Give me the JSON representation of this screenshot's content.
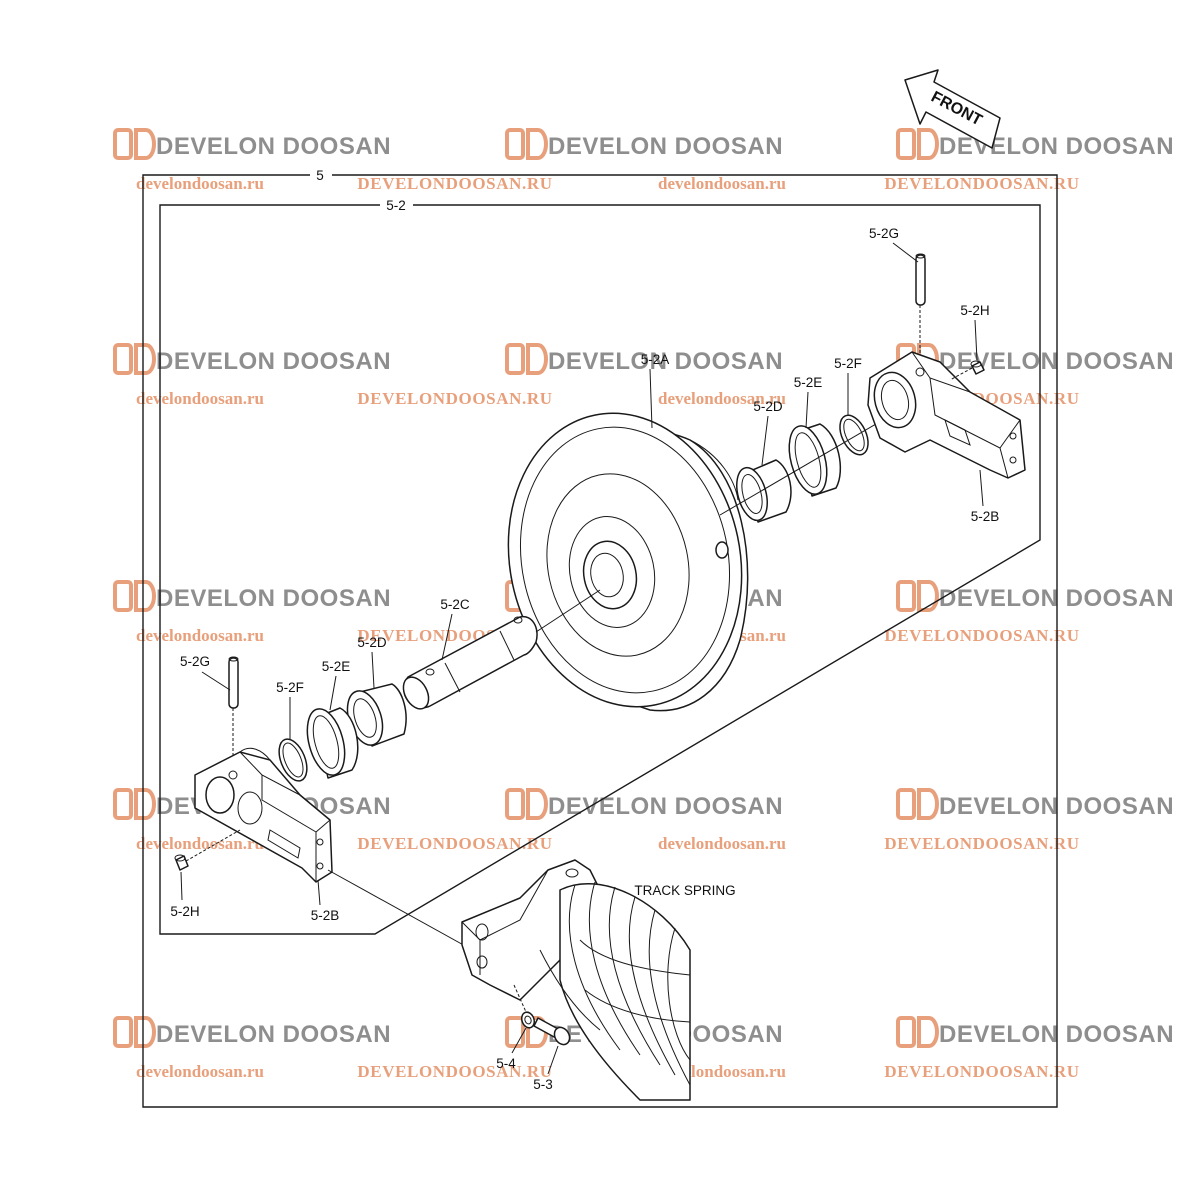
{
  "watermark": {
    "brand": "DEVELON DOOSAN",
    "url_lower": "develondoosan.ru",
    "url_upper": "DEVELONDOOSAN.RU",
    "logo_color": "#e8a07c",
    "brand_color": "#8e8e8e"
  },
  "direction": {
    "label": "FRONT"
  },
  "assembly": {
    "outer_label": "5",
    "inner_label": "5-2"
  },
  "parts": {
    "idler_wheel": "5-2A",
    "shaft": "5-2C",
    "right_pin": "5-2G",
    "right_plug": "5-2H",
    "right_oring": "5-2F",
    "right_seal": "5-2E",
    "right_bushing": "5-2D",
    "right_bracket": "5-2B",
    "left_pin": "5-2G",
    "left_oring": "5-2F",
    "left_seal": "5-2E",
    "left_bushing": "5-2D",
    "left_plug": "5-2H",
    "left_bracket": "5-2B",
    "washer": "5-4",
    "bolt": "5-3"
  },
  "track_spring": {
    "label": "TRACK SPRING"
  }
}
